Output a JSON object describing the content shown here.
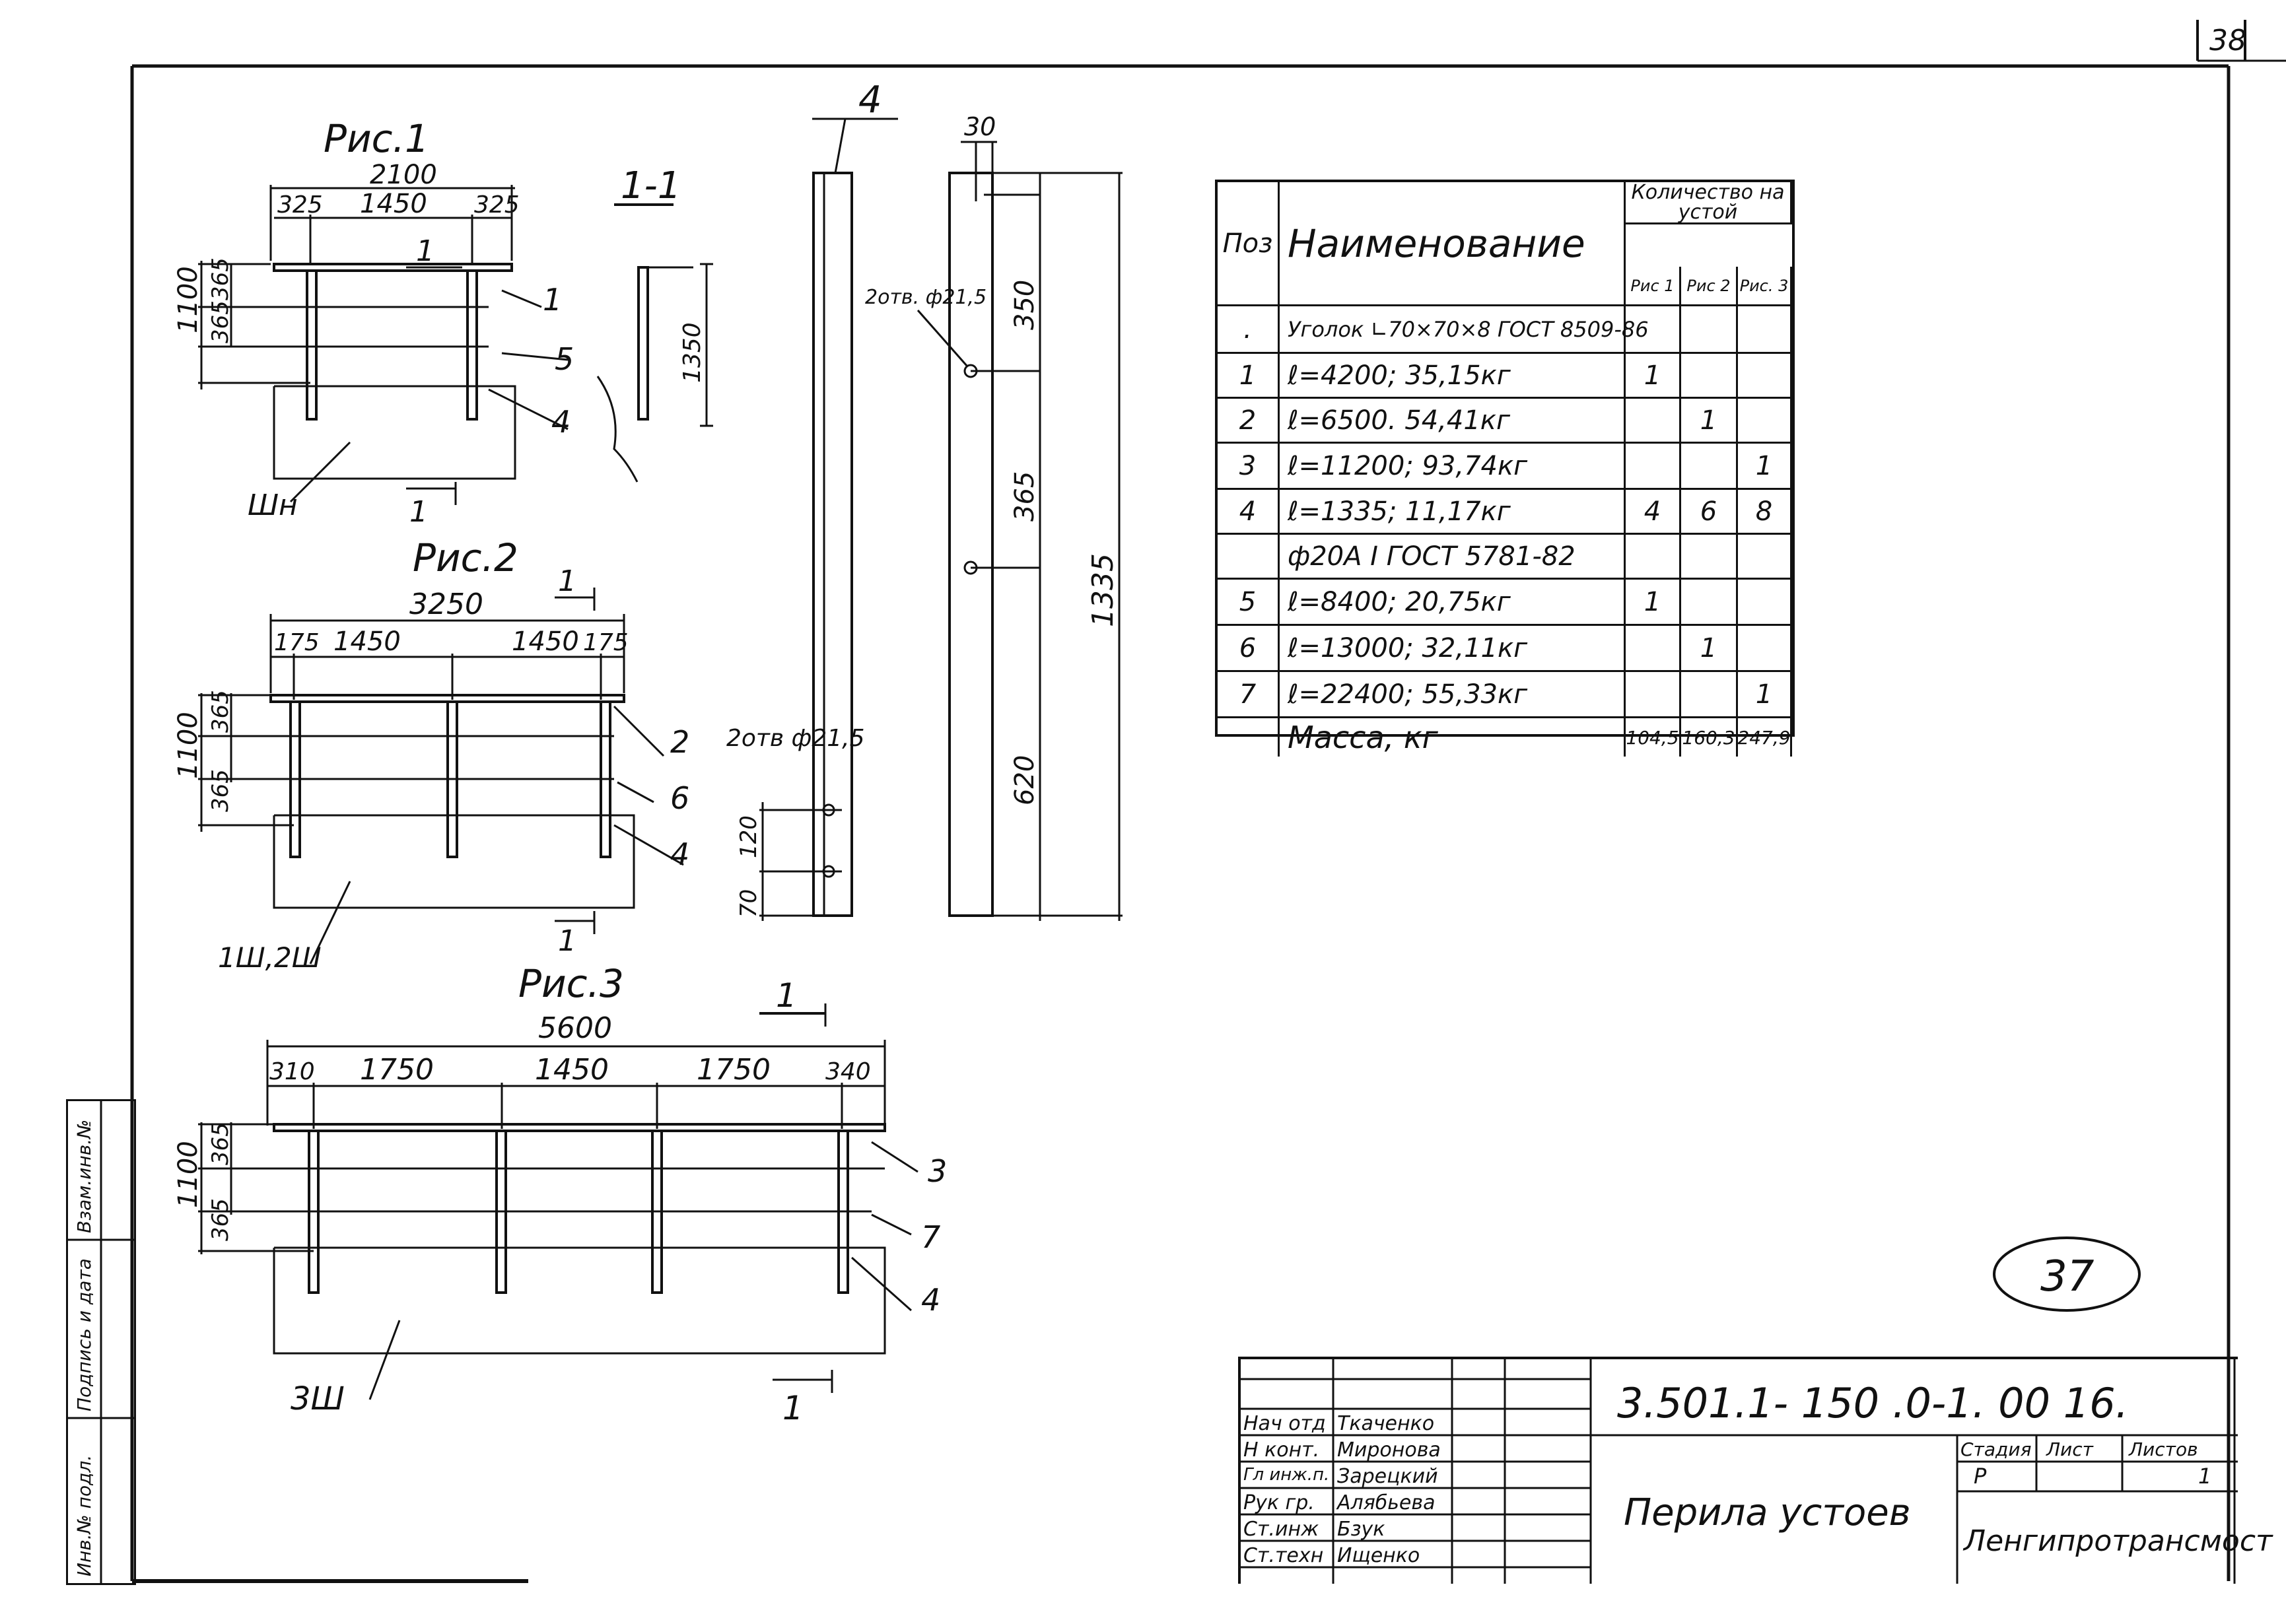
{
  "page_number": "38",
  "stamp_number": "37",
  "figures": {
    "fig1": {
      "title": "Рис.1",
      "section_label": "1-1",
      "dim_total": "2100",
      "dim_parts": [
        "325",
        "1450",
        "325"
      ],
      "dim_vertical": [
        "1100",
        "365",
        "365"
      ],
      "section_dim": "1350",
      "labels": [
        "1",
        "5",
        "4"
      ],
      "section_marks": [
        "1",
        "1"
      ],
      "base_label": "Шн"
    },
    "fig2": {
      "title": "Рис.2",
      "dim_total": "3250",
      "dim_parts": [
        "175",
        "1450",
        "1450",
        "175"
      ],
      "dim_vertical": [
        "1100",
        "365",
        "365"
      ],
      "labels": [
        "2",
        "6",
        "4"
      ],
      "section_marks": [
        "1",
        "1"
      ],
      "base_label": "1Ш,2Ш"
    },
    "fig3": {
      "title": "Рис.3",
      "dim_total": "5600",
      "dim_parts": [
        "310",
        "1750",
        "1450",
        "1750",
        "340"
      ],
      "dim_vertical": [
        "1100",
        "365",
        "365"
      ],
      "labels": [
        "3",
        "7",
        "4"
      ],
      "section_marks": [
        "1",
        "1"
      ],
      "base_label": "3Ш"
    },
    "post_detail": {
      "label": "4",
      "holes_note": "2отв ф21,5",
      "dims": [
        "120",
        "70"
      ],
      "side_dims": [
        "30",
        "350",
        "365",
        "620",
        "1335"
      ],
      "side_holes_note": "2отв. ф21,5"
    }
  },
  "spec_table": {
    "header": {
      "pos": "Поз",
      "name": "Наименование",
      "qty": "Количество на устой",
      "qty_cols": [
        "Рис 1",
        "Рис 2",
        "Рис. 3"
      ]
    },
    "rows": [
      {
        "pos": ".",
        "name": "Уголок ∟70×70×8 ГОСТ 8509-86",
        "q1": "",
        "q2": "",
        "q3": ""
      },
      {
        "pos": "1",
        "name": "ℓ=4200; 35,15кг",
        "q1": "1",
        "q2": "",
        "q3": ""
      },
      {
        "pos": "2",
        "name": "ℓ=6500. 54,41кг",
        "q1": "",
        "q2": "1",
        "q3": ""
      },
      {
        "pos": "3",
        "name": "ℓ=11200; 93,74кг",
        "q1": "",
        "q2": "",
        "q3": "1"
      },
      {
        "pos": "4",
        "name": "ℓ=1335; 11,17кг",
        "q1": "4",
        "q2": "6",
        "q3": "8"
      },
      {
        "pos": "",
        "name": "ф20А I ГОСТ 5781-82",
        "q1": "",
        "q2": "",
        "q3": ""
      },
      {
        "pos": "5",
        "name": "ℓ=8400; 20,75кг",
        "q1": "1",
        "q2": "",
        "q3": ""
      },
      {
        "pos": "6",
        "name": "ℓ=13000; 32,11кг",
        "q1": "",
        "q2": "1",
        "q3": ""
      },
      {
        "pos": "7",
        "name": "ℓ=22400; 55,33кг",
        "q1": "",
        "q2": "",
        "q3": "1"
      }
    ],
    "mass_label": "Масса, кг",
    "mass_values": [
      "104,5",
      "160,3",
      "247,9"
    ]
  },
  "title_block": {
    "doc_code": "3.501.1- 150 .0-1. 00 16.",
    "title": "Перила устоев",
    "organization": "Ленгипротрансмост",
    "stage_label": "Стадия",
    "sheet_label": "Лист",
    "sheets_label": "Листов",
    "stage_value": "Р",
    "sheets_value": "1",
    "people": [
      {
        "role": "Нач отд",
        "name": "Ткаченко"
      },
      {
        "role": "Н конт.",
        "name": "Миронова"
      },
      {
        "role": "Гл инж.п.",
        "name": "Зарецкий"
      },
      {
        "role": "Рук гр.",
        "name": "Алябьева"
      },
      {
        "role": "Ст.инж",
        "name": "Бзук"
      },
      {
        "role": "Ст.техн",
        "name": "Ищенко"
      }
    ]
  },
  "sidebar": {
    "labels": [
      "Инв.№ подл.",
      "Подпись и дата",
      "Взам.инв.№"
    ]
  }
}
